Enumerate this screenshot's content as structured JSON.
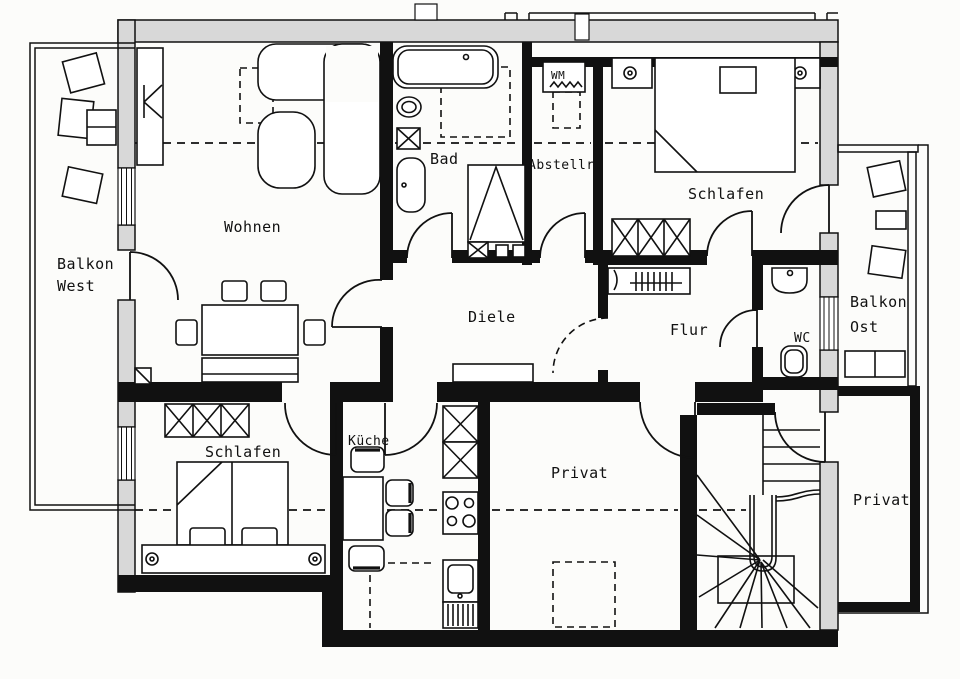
{
  "plan": {
    "type": "apartment-floor-plan",
    "labels": {
      "balkon_west_1": "Balkon",
      "balkon_west_2": "West",
      "wohnen": "Wohnen",
      "bad": "Bad",
      "abstellraum": "Abstellr.",
      "wm": "WM",
      "schlafen_top": "Schlafen",
      "diele": "Diele",
      "flur": "Flur",
      "wc": "WC",
      "balkon_ost_1": "Balkon",
      "balkon_ost_2": "Ost",
      "schlafen_bottom": "Schlafen",
      "kueche": "Küche",
      "privat_center": "Privat",
      "privat_right": "Privat"
    },
    "colors": {
      "line": "#111111",
      "exterior_wall_fill": "#d8d8d8",
      "background": "#fcfcfa"
    }
  }
}
